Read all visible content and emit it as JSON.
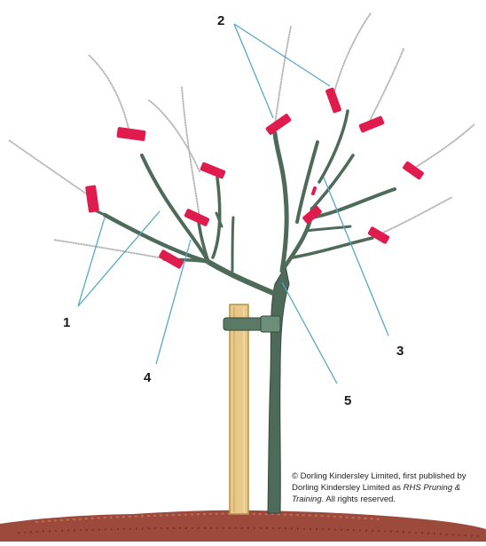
{
  "callouts": [
    {
      "id": "1",
      "label": "1"
    },
    {
      "id": "2",
      "label": "2"
    },
    {
      "id": "3",
      "label": "3"
    },
    {
      "id": "4",
      "label": "4"
    },
    {
      "id": "5",
      "label": "5"
    }
  ],
  "credit": {
    "line1": "© Dorling Kindersley Limited, first published by",
    "line2_prefix": "Dorling Kindersley Limited as ",
    "line2_title": "RHS Pruning &",
    "line3_title": "Training",
    "line3_suffix": ". All rights reserved."
  },
  "colors": {
    "branch": "#4e6a58",
    "branch_dark": "#34493b",
    "cut_mark": "#e01c4e",
    "stake": "#e8c98a",
    "stake_edge": "#b8904f",
    "tie": "#5a7a66",
    "pruned_growth": "#b9b9b9",
    "leader_line": "#56a8c8",
    "soil": "#9b4a3c"
  }
}
